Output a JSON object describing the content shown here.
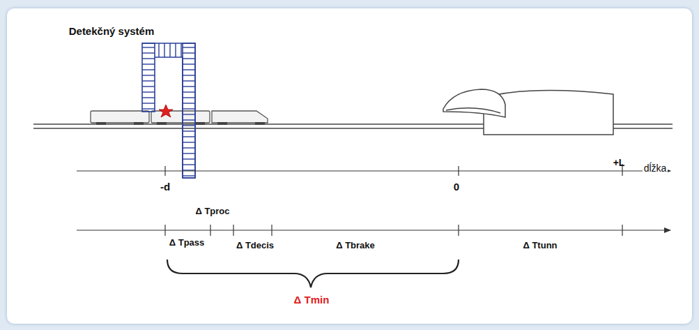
{
  "diagram": {
    "labels": [
      "Detekčný systém",
      "-d",
      "0",
      "+L",
      "dĺžka",
      "Δ Tproc",
      "Δ Tpass",
      "Δ Tdecis",
      "Δ Tbrake",
      "Δ Ttunn",
      "Δ Tmin"
    ]
  }
}
